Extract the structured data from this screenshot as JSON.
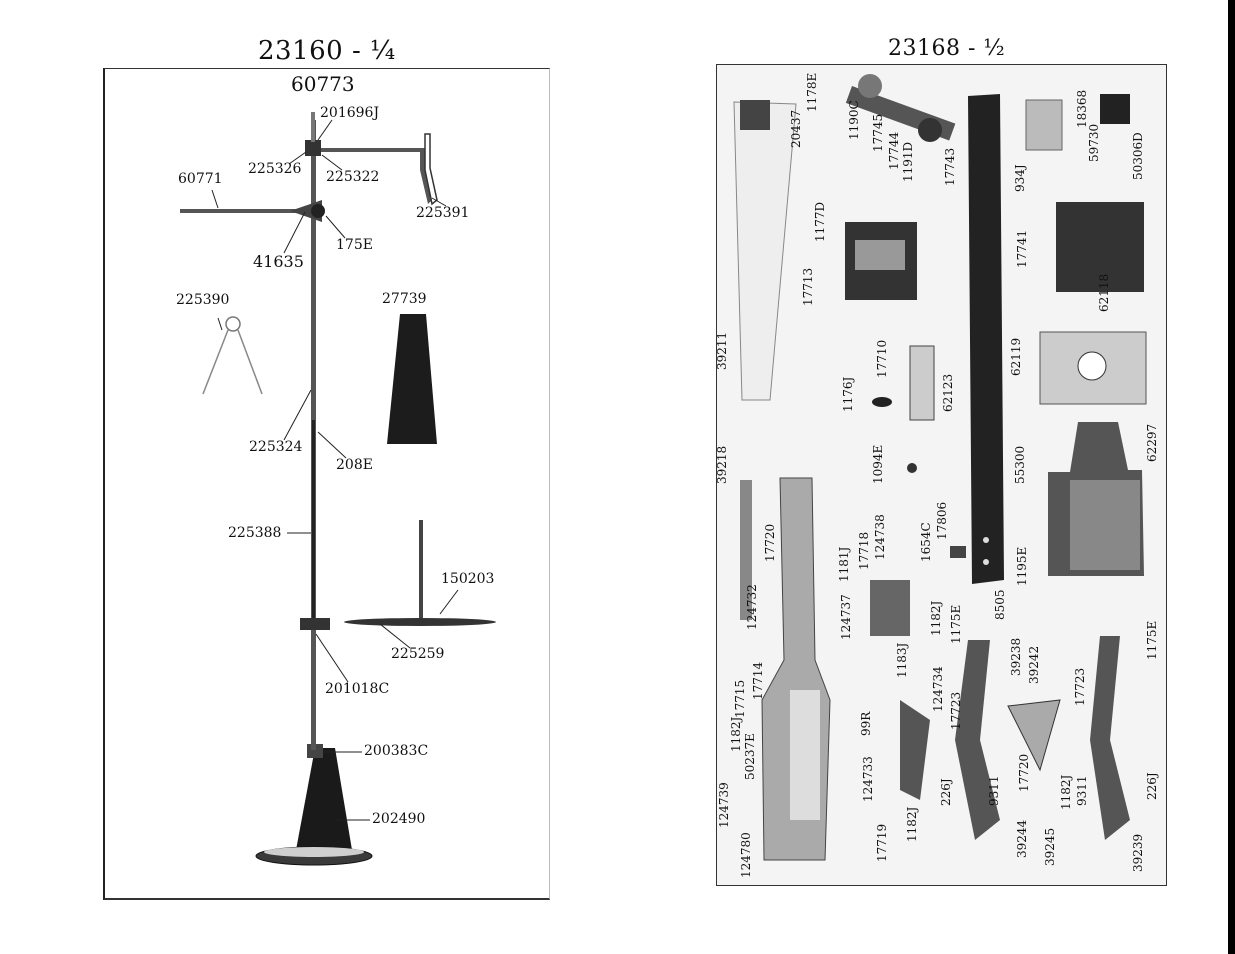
{
  "left_page": {
    "title": "23160 - ¼",
    "subtitle": "60773",
    "labels": [
      {
        "id": "p201696J",
        "text": "201696J"
      },
      {
        "id": "p225326",
        "text": "225326"
      },
      {
        "id": "p225322",
        "text": "225322"
      },
      {
        "id": "p60771",
        "text": "60771"
      },
      {
        "id": "p225391",
        "text": "225391"
      },
      {
        "id": "p175E",
        "text": "175E"
      },
      {
        "id": "p41635",
        "text": "41635"
      },
      {
        "id": "p225390",
        "text": "225390"
      },
      {
        "id": "p27739",
        "text": "27739"
      },
      {
        "id": "p225324",
        "text": "225324"
      },
      {
        "id": "p208E",
        "text": "208E"
      },
      {
        "id": "p225388",
        "text": "225388"
      },
      {
        "id": "p150203",
        "text": "150203"
      },
      {
        "id": "p225259",
        "text": "225259"
      },
      {
        "id": "p201018C",
        "text": "201018C"
      },
      {
        "id": "p200383C",
        "text": "200383C"
      },
      {
        "id": "p202490",
        "text": "202490"
      }
    ]
  },
  "right_page": {
    "title": "23168 - ½",
    "labels": [
      {
        "id": "r1178E",
        "text": "1178E"
      },
      {
        "id": "r20437",
        "text": "20437"
      },
      {
        "id": "r1190C",
        "text": "1190C"
      },
      {
        "id": "r17745",
        "text": "17745"
      },
      {
        "id": "r17744",
        "text": "17744"
      },
      {
        "id": "r1191D",
        "text": "1191D"
      },
      {
        "id": "r17743",
        "text": "17743"
      },
      {
        "id": "r934J",
        "text": "934J"
      },
      {
        "id": "r18368",
        "text": "18368"
      },
      {
        "id": "r59730",
        "text": "59730"
      },
      {
        "id": "r50306D",
        "text": "50306D"
      },
      {
        "id": "r1177D",
        "text": "1177D"
      },
      {
        "id": "r17713",
        "text": "17713"
      },
      {
        "id": "r17741",
        "text": "17741"
      },
      {
        "id": "r62118",
        "text": "62118"
      },
      {
        "id": "r39211",
        "text": "39211"
      },
      {
        "id": "r1176J",
        "text": "1176J"
      },
      {
        "id": "r17710",
        "text": "17710"
      },
      {
        "id": "r62123",
        "text": "62123"
      },
      {
        "id": "r62119",
        "text": "62119"
      },
      {
        "id": "r39218",
        "text": "39218"
      },
      {
        "id": "r1094E",
        "text": "1094E"
      },
      {
        "id": "r55300",
        "text": "55300"
      },
      {
        "id": "r62297",
        "text": "62297"
      },
      {
        "id": "r17720a",
        "text": "17720"
      },
      {
        "id": "r124732",
        "text": "124732"
      },
      {
        "id": "r1181J",
        "text": "1181J"
      },
      {
        "id": "r17718",
        "text": "17718"
      },
      {
        "id": "r124738",
        "text": "124738"
      },
      {
        "id": "r1654C",
        "text": "1654C"
      },
      {
        "id": "r17806",
        "text": "17806"
      },
      {
        "id": "r1195E",
        "text": "1195E"
      },
      {
        "id": "r124737",
        "text": "124737"
      },
      {
        "id": "r1182Ja",
        "text": "1182J"
      },
      {
        "id": "r1175Ea",
        "text": "1175E"
      },
      {
        "id": "r8505",
        "text": "8505"
      },
      {
        "id": "r1183J",
        "text": "1183J"
      },
      {
        "id": "r39238",
        "text": "39238"
      },
      {
        "id": "r39242",
        "text": "39242"
      },
      {
        "id": "r1175Eb",
        "text": "1175E"
      },
      {
        "id": "r17714",
        "text": "17714"
      },
      {
        "id": "r17715",
        "text": "17715"
      },
      {
        "id": "r124734",
        "text": "124734"
      },
      {
        "id": "r17723a",
        "text": "17723"
      },
      {
        "id": "r17723b",
        "text": "17723"
      },
      {
        "id": "r1182Jb",
        "text": "1182J"
      },
      {
        "id": "r50237E",
        "text": "50237E"
      },
      {
        "id": "r99R",
        "text": "99R"
      },
      {
        "id": "r124739",
        "text": "124739"
      },
      {
        "id": "r124733",
        "text": "124733"
      },
      {
        "id": "r226Ja",
        "text": "226J"
      },
      {
        "id": "r9311a",
        "text": "9311"
      },
      {
        "id": "r17720b",
        "text": "17720"
      },
      {
        "id": "r1182Jc",
        "text": "1182J"
      },
      {
        "id": "r9311b",
        "text": "9311"
      },
      {
        "id": "r226Jb",
        "text": "226J"
      },
      {
        "id": "r1182Jd",
        "text": "1182J"
      },
      {
        "id": "r124780",
        "text": "124780"
      },
      {
        "id": "r17719",
        "text": "17719"
      },
      {
        "id": "r39244",
        "text": "39244"
      },
      {
        "id": "r39245",
        "text": "39245"
      },
      {
        "id": "r39239",
        "text": "39239"
      }
    ]
  }
}
